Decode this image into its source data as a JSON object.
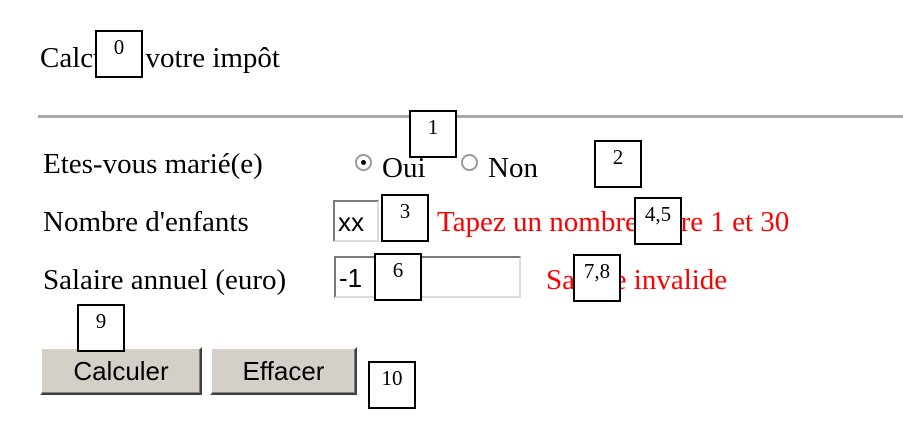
{
  "form": {
    "title": "Calculer votre impôt",
    "married": {
      "label": "Etes-vous marié(e)",
      "options": [
        {
          "label": "Oui",
          "checked": true
        },
        {
          "label": "Non",
          "checked": false
        }
      ]
    },
    "children": {
      "label": "Nombre d'enfants",
      "value": "xx",
      "error": "Tapez un nombre entre 1 et 30"
    },
    "salary": {
      "label": "Salaire annuel (euro)",
      "value": "-1",
      "error": "Salaire invalide"
    },
    "buttons": {
      "calculate": "Calculer",
      "clear": "Effacer"
    }
  },
  "annotations": [
    "0",
    "1",
    "2",
    "3",
    "4,5",
    "6",
    "7,8",
    "9",
    "10"
  ],
  "colors": {
    "error": "#ff0000",
    "rule": "#a8a8a8",
    "button_face": "#d4d0c8"
  }
}
